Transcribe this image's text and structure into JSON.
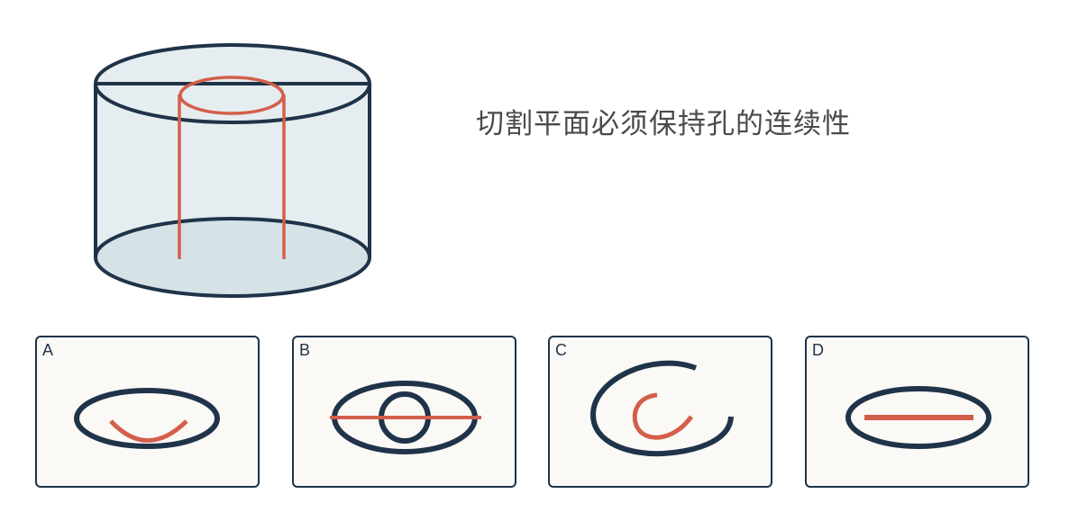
{
  "caption": "切割平面必须保持孔的连续性",
  "colors": {
    "outline": "#1f3349",
    "hole": "#d35f4a",
    "cylinder_fill": "#e6edf0",
    "base_fill": "#d5e2e6",
    "panel_bg": "#faf9f6"
  },
  "options": [
    {
      "label": "A"
    },
    {
      "label": "B"
    },
    {
      "label": "C"
    },
    {
      "label": "D"
    }
  ]
}
